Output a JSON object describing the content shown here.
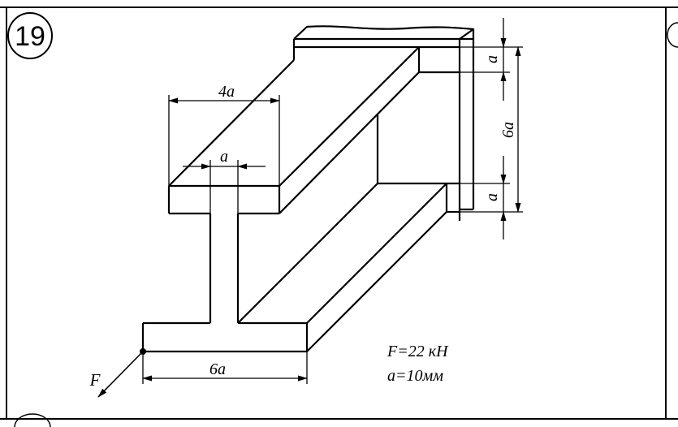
{
  "problem": {
    "number": "19"
  },
  "dimensions": {
    "top_flange_width": "4a",
    "web_thickness": "a",
    "bottom_flange_width": "6a",
    "top_flange_thickness": "a",
    "total_height": "6a",
    "bottom_flange_thickness": "a"
  },
  "load": {
    "force_label": "F"
  },
  "givens": {
    "force": "F=22 кН",
    "size": "a=10мм"
  },
  "colors": {
    "line": "#000000",
    "background": "#ffffff"
  }
}
